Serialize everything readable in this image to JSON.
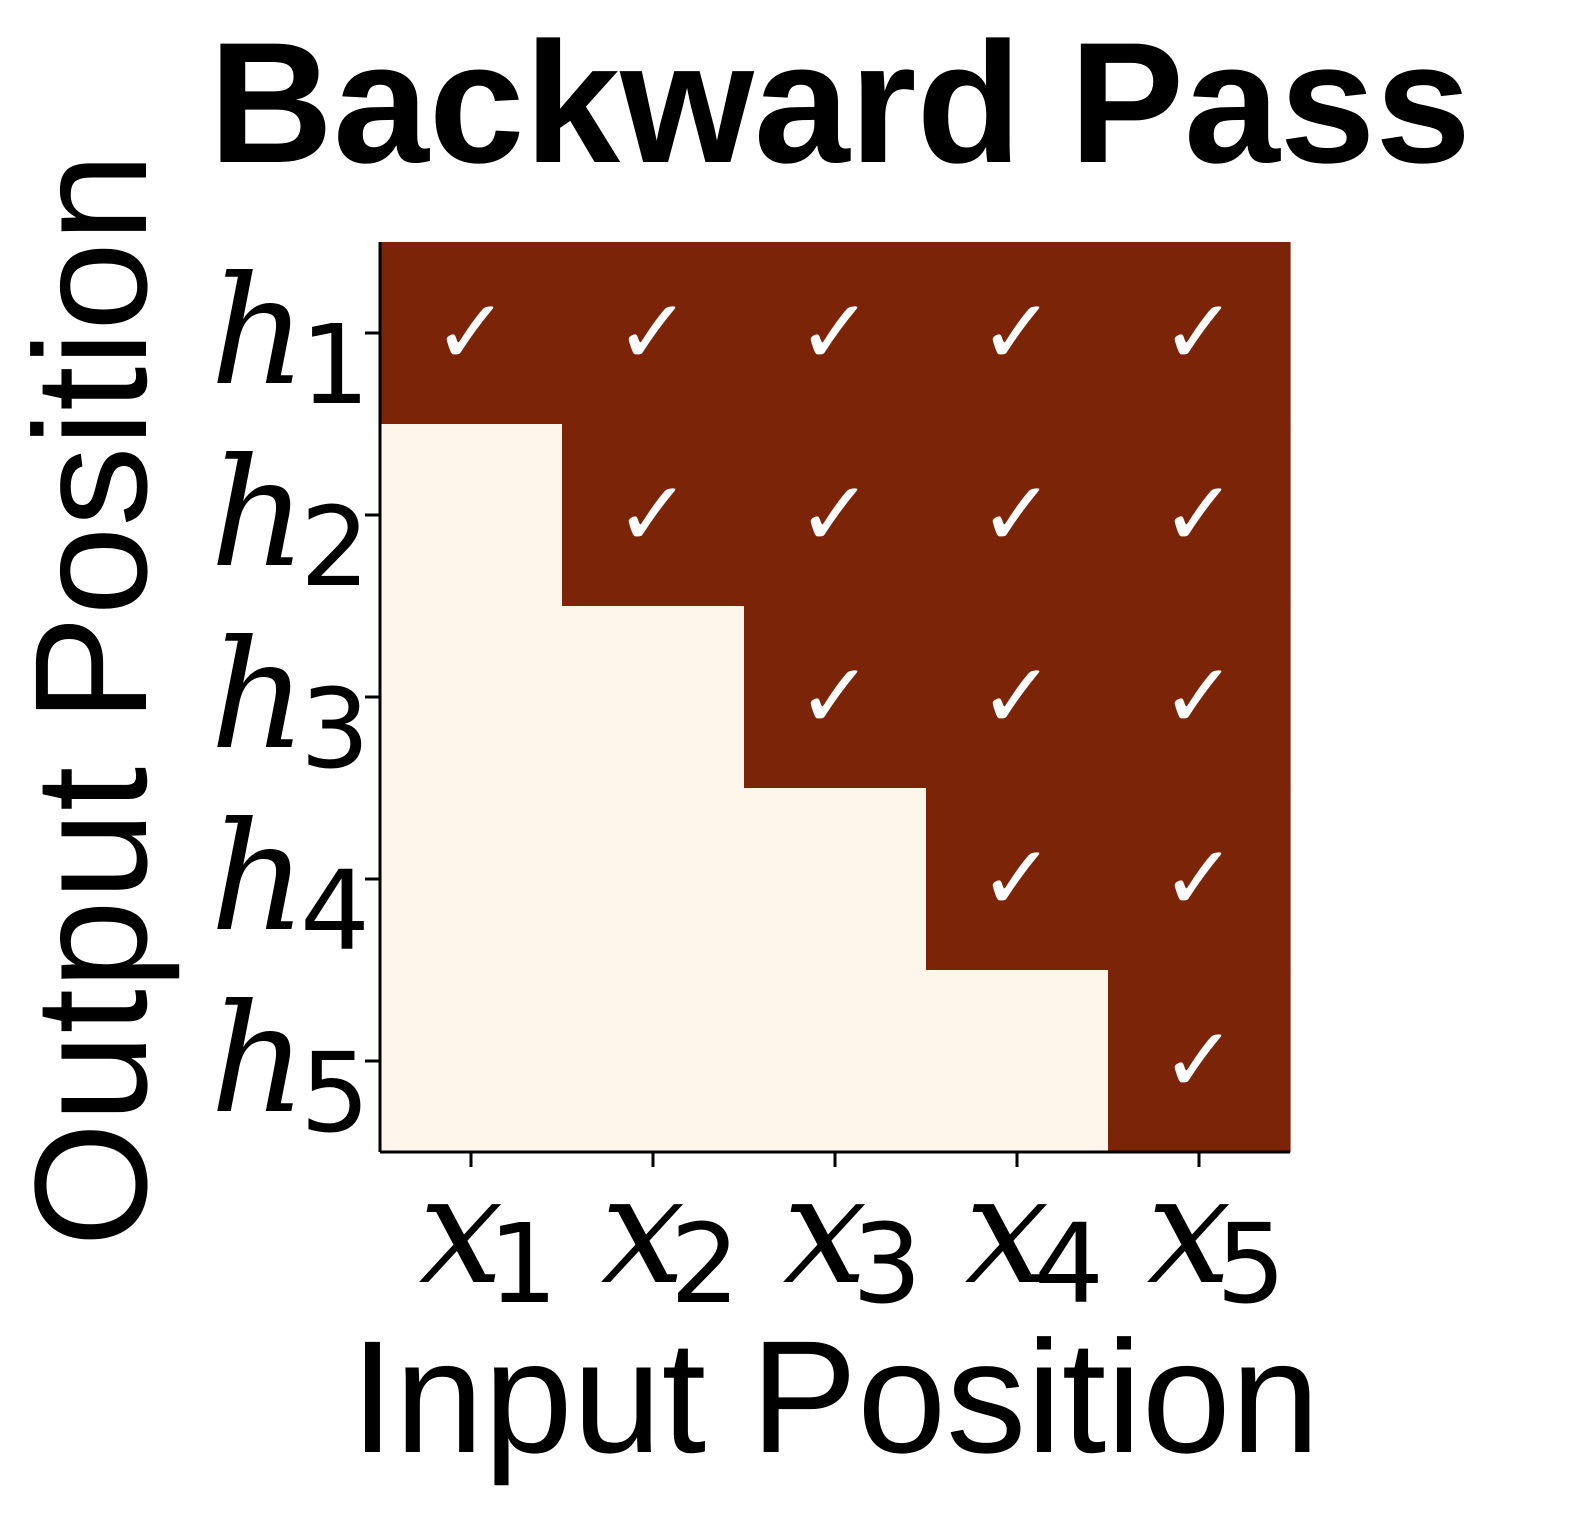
{
  "chart_data": {
    "type": "heatmap",
    "title": "Backward Pass",
    "xlabel": "Input Position",
    "ylabel": "Output Position",
    "x_ticks": [
      {
        "base": "x",
        "sub": "1"
      },
      {
        "base": "x",
        "sub": "2"
      },
      {
        "base": "x",
        "sub": "3"
      },
      {
        "base": "x",
        "sub": "4"
      },
      {
        "base": "x",
        "sub": "5"
      }
    ],
    "y_ticks": [
      {
        "base": "h",
        "sub": "1"
      },
      {
        "base": "h",
        "sub": "2"
      },
      {
        "base": "h",
        "sub": "3"
      },
      {
        "base": "h",
        "sub": "4"
      },
      {
        "base": "h",
        "sub": "5"
      }
    ],
    "matrix": [
      [
        1,
        1,
        1,
        1,
        1
      ],
      [
        0,
        1,
        1,
        1,
        1
      ],
      [
        0,
        0,
        1,
        1,
        1
      ],
      [
        0,
        0,
        0,
        1,
        1
      ],
      [
        0,
        0,
        0,
        0,
        1
      ]
    ],
    "cell_mark": "✓",
    "colors": {
      "active": "#7b2408",
      "inactive": "#fef5eb",
      "mark": "#ffffff"
    },
    "grid": false,
    "legend": false
  }
}
